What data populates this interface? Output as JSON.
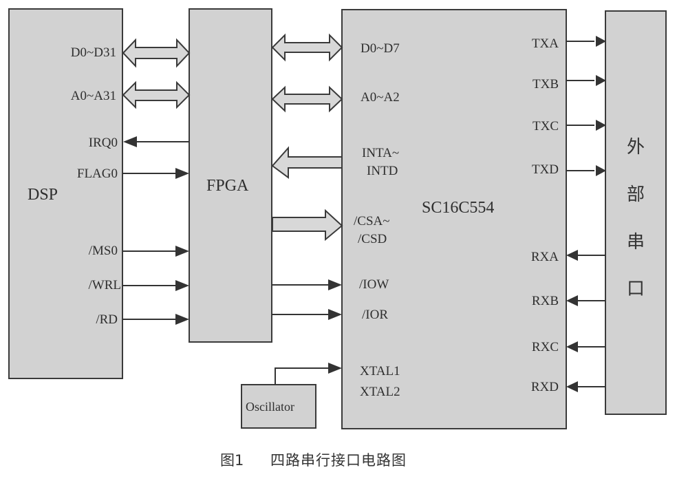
{
  "blocks": {
    "dsp": {
      "title": "DSP",
      "pins": [
        "D0~D31",
        "A0~A31",
        "IRQ0",
        "FLAG0",
        "/MS0",
        "/WRL",
        "/RD"
      ]
    },
    "fpga": {
      "title": "FPGA"
    },
    "uart": {
      "title": "SC16C554",
      "left_pins": [
        "D0~D7",
        "A0~A2",
        "INTA~",
        "INTD",
        "/CSA~",
        "/CSD",
        "/IOW",
        "/IOR",
        "XTAL1",
        "XTAL2"
      ],
      "right_pins": [
        "TXA",
        "TXB",
        "TXC",
        "TXD",
        "RXA",
        "RXB",
        "RXC",
        "RXD"
      ]
    },
    "external": {
      "title_chars": [
        "外",
        "部",
        "串",
        "口"
      ]
    },
    "oscillator": {
      "title": "Oscillator"
    }
  },
  "connections": [
    {
      "from": "DSP",
      "to": "FPGA",
      "signal": "D0~D31",
      "type": "bidirectional-bus"
    },
    {
      "from": "DSP",
      "to": "FPGA",
      "signal": "A0~A31",
      "type": "bidirectional-bus"
    },
    {
      "from": "FPGA",
      "to": "DSP",
      "signal": "IRQ0",
      "type": "line"
    },
    {
      "from": "DSP",
      "to": "FPGA",
      "signal": "FLAG0",
      "type": "line"
    },
    {
      "from": "DSP",
      "to": "FPGA",
      "signal": "/MS0",
      "type": "line"
    },
    {
      "from": "DSP",
      "to": "FPGA",
      "signal": "/WRL",
      "type": "line"
    },
    {
      "from": "DSP",
      "to": "FPGA",
      "signal": "/RD",
      "type": "line"
    },
    {
      "from": "FPGA",
      "to": "SC16C554",
      "signal": "D0~D7",
      "type": "bidirectional-bus"
    },
    {
      "from": "FPGA",
      "to": "SC16C554",
      "signal": "A0~A2",
      "type": "bidirectional-bus"
    },
    {
      "from": "SC16C554",
      "to": "FPGA",
      "signal": "INTA~INTD",
      "type": "bus"
    },
    {
      "from": "FPGA",
      "to": "SC16C554",
      "signal": "/CSA~/CSD",
      "type": "bus"
    },
    {
      "from": "FPGA",
      "to": "SC16C554",
      "signal": "/IOW",
      "type": "line"
    },
    {
      "from": "FPGA",
      "to": "SC16C554",
      "signal": "/IOR",
      "type": "line"
    },
    {
      "from": "Oscillator",
      "to": "SC16C554",
      "signal": "XTAL1",
      "type": "line"
    },
    {
      "from": "SC16C554",
      "to": "外部串口",
      "signal": "TXA",
      "type": "line"
    },
    {
      "from": "SC16C554",
      "to": "外部串口",
      "signal": "TXB",
      "type": "line"
    },
    {
      "from": "SC16C554",
      "to": "外部串口",
      "signal": "TXC",
      "type": "line"
    },
    {
      "from": "SC16C554",
      "to": "外部串口",
      "signal": "TXD",
      "type": "line"
    },
    {
      "from": "外部串口",
      "to": "SC16C554",
      "signal": "RXA",
      "type": "line"
    },
    {
      "from": "外部串口",
      "to": "SC16C554",
      "signal": "RXB",
      "type": "line"
    },
    {
      "from": "外部串口",
      "to": "SC16C554",
      "signal": "RXC",
      "type": "line"
    },
    {
      "from": "外部串口",
      "to": "SC16C554",
      "signal": "RXD",
      "type": "line"
    }
  ],
  "caption": {
    "figure": "图1",
    "text": "四路串行接口电路图"
  }
}
